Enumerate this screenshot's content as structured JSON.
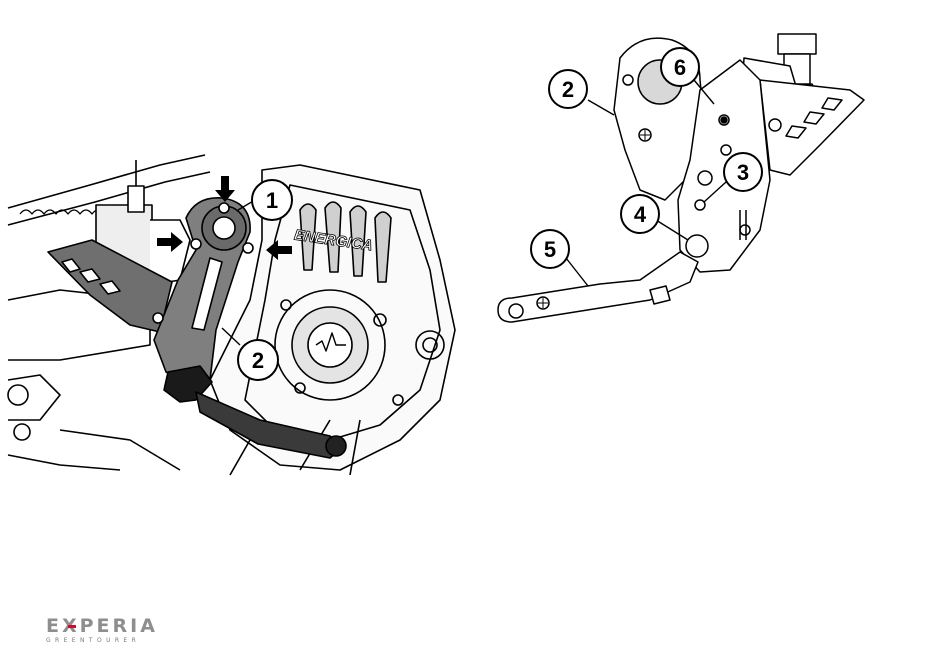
{
  "callouts": {
    "left_1": "1",
    "left_2": "2",
    "right_2": "2",
    "right_3": "3",
    "right_4": "4",
    "right_5": "5",
    "right_6": "6"
  },
  "engine_cover_text": "ENERGICA",
  "logo": {
    "main": "EXPERIA",
    "sub": "GREENTOURER",
    "accent_color": "#c8102e"
  },
  "colors": {
    "line": "#000000",
    "part_fill": "#8a8a8a",
    "background": "#ffffff"
  }
}
